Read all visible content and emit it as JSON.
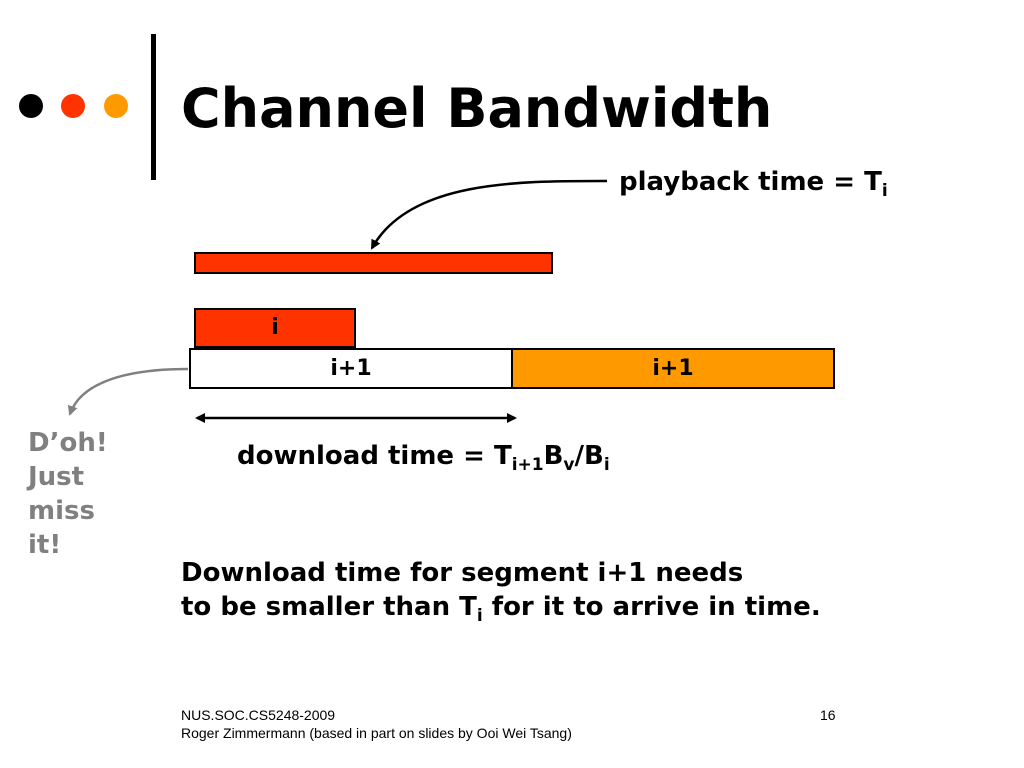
{
  "slide": {
    "title": "Channel Bandwidth",
    "bullet_colors": [
      "#000000",
      "#ff3300",
      "#ff9900"
    ]
  },
  "diagram": {
    "playback_label": "playback time = T",
    "playback_sub": "i",
    "segment_i_label": "i",
    "segment_next_label": "i+1",
    "segment_next_label_2": "i+1",
    "download_label_prefix": "download time = T",
    "download_sub_1": "i+1",
    "download_mid": "B",
    "download_sub_2": "v",
    "download_slash": "/B",
    "download_sub_3": "i",
    "doh_lines": [
      "D’oh!",
      "Just",
      "miss",
      "it!"
    ],
    "colors": {
      "red_bar": "#ff3300",
      "orange_bar": "#ff9900",
      "grey_arrow": "#808080"
    }
  },
  "note": {
    "line1": "Download time for segment i+1 needs",
    "line2_prefix": "to be smaller than T",
    "line2_sub": "i",
    "line2_suffix": " for it to arrive in time."
  },
  "footer": {
    "course": "NUS.SOC.CS5248-2009",
    "author": "Roger Zimmermann (based in part on slides by Ooi Wei Tsang)",
    "page_number": "16"
  }
}
